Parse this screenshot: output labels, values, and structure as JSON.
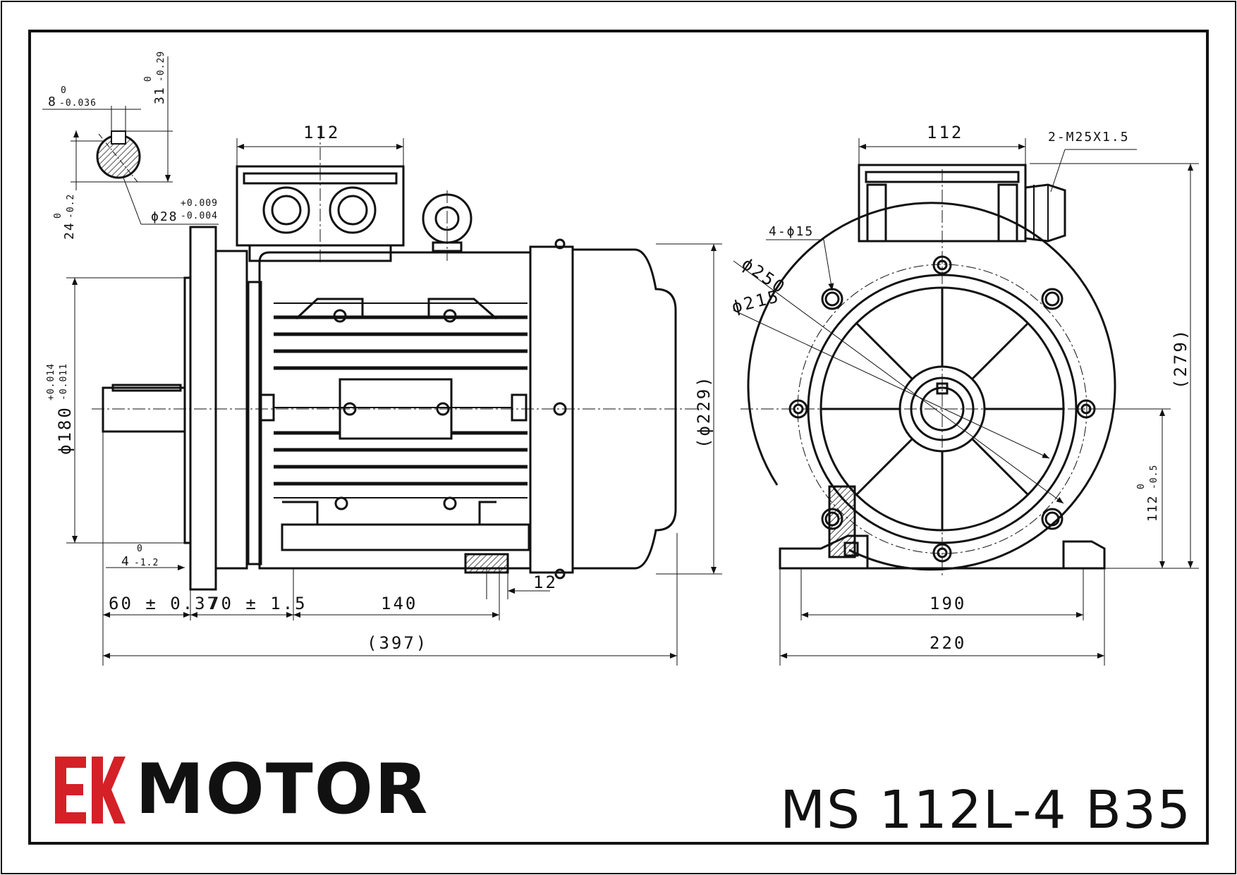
{
  "drawing": {
    "left_view": {
      "terminal_box_width": "112",
      "flange_spigot_dia": "ϕ180",
      "flange_spigot_tol_upper": "+0.014",
      "flange_spigot_tol_lower": "-0.011",
      "fan_cover_dia": "(ϕ229)",
      "shaft_length": "60 ± 0.37",
      "flange_to_foot": "70 ± 1.5",
      "foot_hole_spacing": "140",
      "foot_thickness": "12",
      "overall_length": "(397)",
      "spigot_depth": "4",
      "spigot_depth_tol_upper": "0",
      "spigot_depth_tol_lower": "-1.2"
    },
    "shaft_detail": {
      "key_width": "8",
      "key_width_tol_upper": "0",
      "key_width_tol_lower": "-0.036",
      "key_height": "31",
      "key_height_tol_upper": "0",
      "key_height_tol_lower": "-0.29",
      "shaft_dia": "ϕ28",
      "shaft_dia_tol_upper": "+0.009",
      "shaft_dia_tol_lower": "-0.004",
      "keyway_depth": "24",
      "keyway_depth_tol_upper": "0",
      "keyway_depth_tol_lower": "-0.2"
    },
    "right_view": {
      "terminal_box_width": "112",
      "cable_gland": "2-M25X1.5",
      "flange_holes": "4-ϕ15",
      "pcd_outer": "ϕ250",
      "pcd_inner": "ϕ215",
      "overall_height": "(279)",
      "shaft_height": "112",
      "shaft_height_tol_upper": "0",
      "shaft_height_tol_lower": "-0.5",
      "foot_hole_spacing": "190",
      "foot_width": "220"
    }
  },
  "brand": {
    "name": "MOTOR",
    "mark_color": "#d42027",
    "text_color": "#111111"
  },
  "model": "MS 112L-4 B35"
}
